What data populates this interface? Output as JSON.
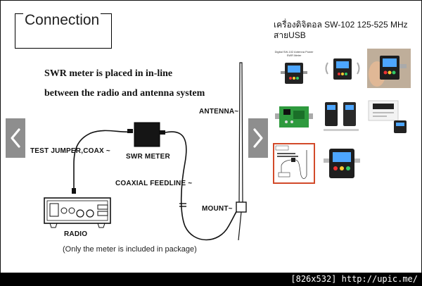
{
  "diagram": {
    "title": "Connection",
    "description_line1": "SWR meter is placed in in-line",
    "description_line2": "between the radio and antenna system",
    "labels": {
      "antenna": "ANTENNA~",
      "test_jumper": "TEST JUMPER,COAX ~",
      "swr_meter": "SWR METER",
      "coaxial_feedline": "COAXIAL FEEDLINE ~",
      "mount": "MOUNT~",
      "radio": "RADIO"
    },
    "note": "(Only the meter is included in package)"
  },
  "gallery": {
    "title": "เครื่องดิจิตอล SW-102 125-525 MHz สายUSB",
    "thumbnail_header": "Digital SW-102 Antenna Power SWR Meter",
    "selected_index": 6
  },
  "footer": {
    "text": "[826x532] http://upic.me/"
  },
  "colors": {
    "nav_button": "#8e8e8e",
    "selected_thumb_border": "#d24a2a",
    "footer_bg": "#000000"
  }
}
